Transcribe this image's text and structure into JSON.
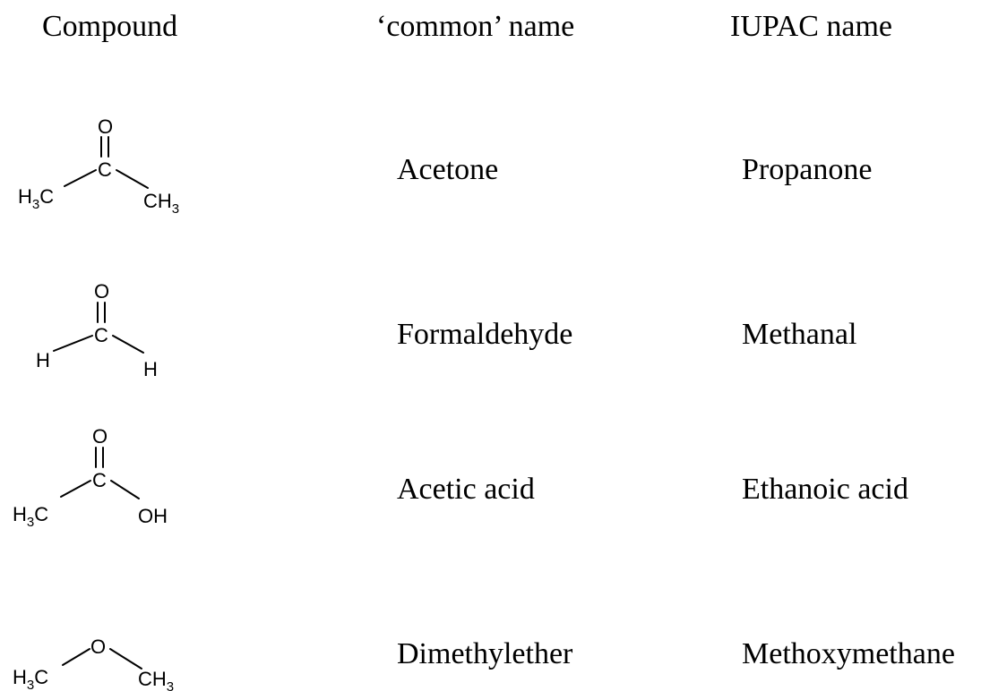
{
  "headers": {
    "compound": "Compound",
    "common": "‘common’ name",
    "iupac": "IUPAC name"
  },
  "rows": [
    {
      "common": "Acetone",
      "iupac": "Propanone",
      "structure": {
        "top": "O",
        "center": "C",
        "left": "H",
        "left_sub": "3",
        "left_tail": "C",
        "right": "CH",
        "right_sub": "3"
      }
    },
    {
      "common": "Formaldehyde",
      "iupac": "Methanal",
      "structure": {
        "top": "O",
        "center": "C",
        "left": "H",
        "right": "H"
      }
    },
    {
      "common": "Acetic acid",
      "iupac": "Ethanoic acid",
      "structure": {
        "top": "O",
        "center": "C",
        "left": "H",
        "left_sub": "3",
        "left_tail": "C",
        "right": "OH"
      }
    },
    {
      "common": "Dimethylether",
      "iupac": "Methoxymethane",
      "structure": {
        "center": "O",
        "left": "H",
        "left_sub": "3",
        "left_tail": "C",
        "right": "CH",
        "right_sub": "3"
      }
    }
  ]
}
